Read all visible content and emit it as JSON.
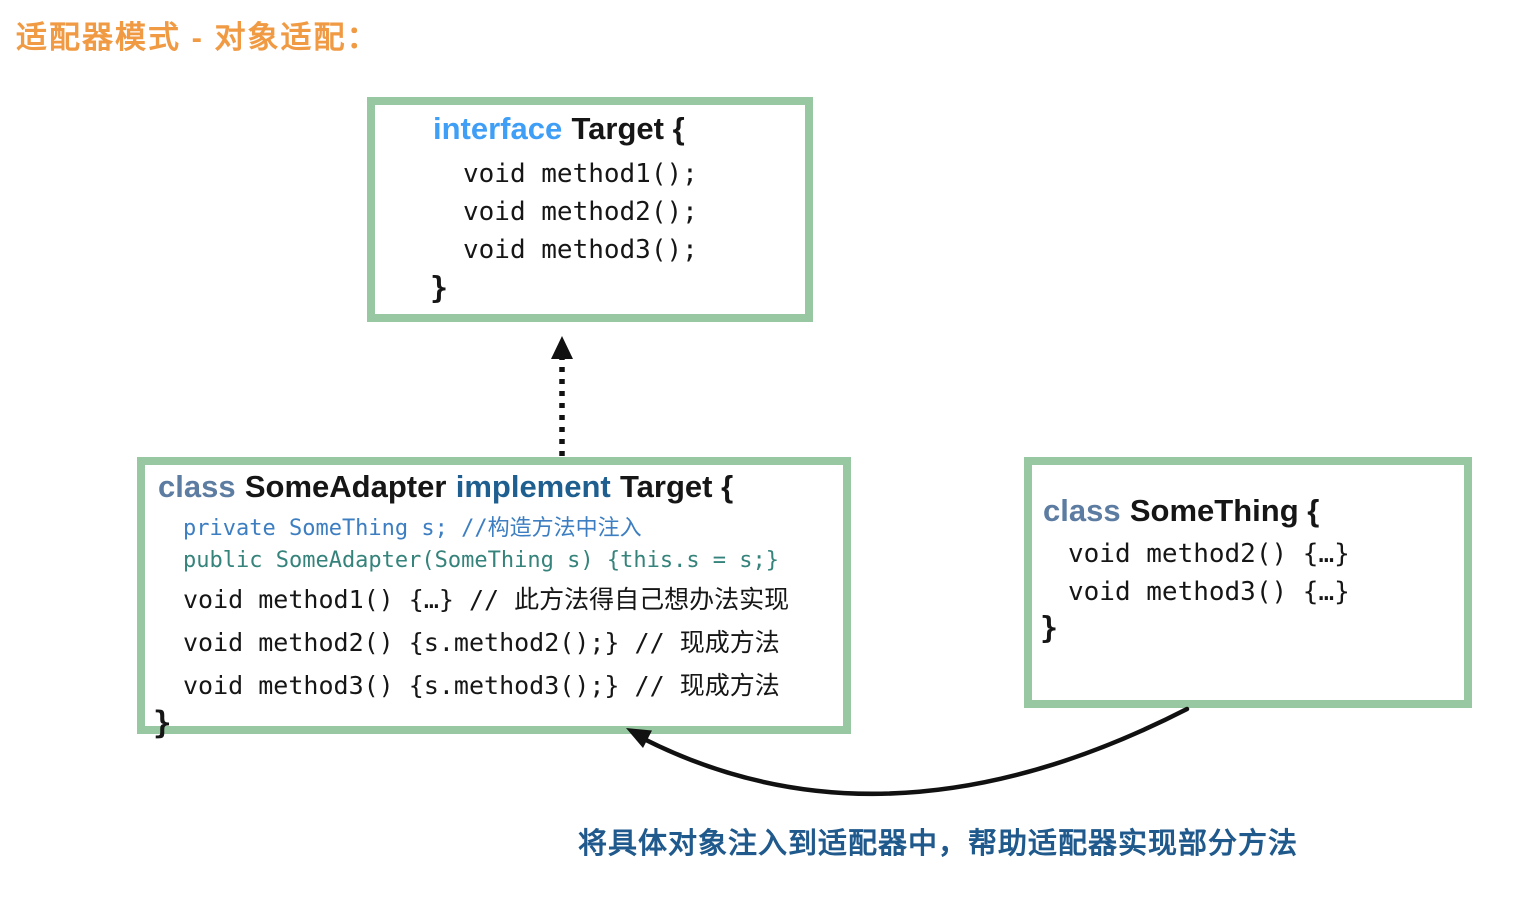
{
  "page": {
    "title": "适配器模式 - 对象适配：",
    "caption": "将具体对象注入到适配器中，帮助适配器实现部分方法"
  },
  "colors": {
    "title_orange": "#F09A44",
    "box_border_green": "#97C8A1",
    "interface_blue": "#3F9EF5",
    "class_slate": "#5D7CA1",
    "implement_navy": "#1E5F90",
    "private_blue": "#3C7EC1",
    "public_teal": "#35837B",
    "caption_navy": "#20598C",
    "code_black": "#161616",
    "arrow_black": "#111111"
  },
  "target_box": {
    "keyword": "interface",
    "name": "Target {",
    "lines": [
      "void method1();",
      "void method2();",
      "void method3();"
    ],
    "closing_brace": "}"
  },
  "adapter_box": {
    "keyword": "class",
    "name": "SomeAdapter",
    "keyword2": "implement",
    "name2": "Target {",
    "line_private": "private SomeThing s; //构造方法中注入",
    "line_public": "public SomeAdapter(SomeThing s) {this.s = s;}",
    "line_method1": "void method1() {…} // 此方法得自己想办法实现",
    "line_method2": "void method2() {s.method2();} // 现成方法",
    "line_method3": "void method3() {s.method3();} // 现成方法",
    "closing_brace": "}"
  },
  "something_box": {
    "keyword": "class",
    "name": "SomeThing {",
    "lines": [
      "void method2() {…}",
      "void method3() {…}"
    ],
    "closing_brace": "}"
  },
  "icons": {
    "inheritance_arrow": "dashed-arrow-up-icon",
    "injection_arrow": "curved-arrow-left-icon"
  }
}
